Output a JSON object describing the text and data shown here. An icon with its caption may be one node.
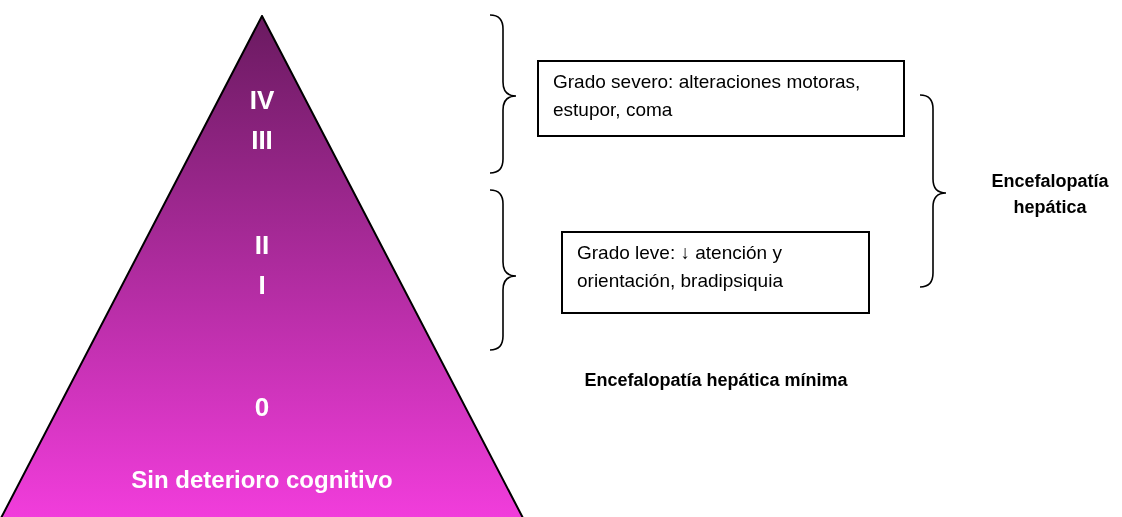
{
  "diagram": {
    "nodes": [
      {
        "text": [
          "IV",
          "III",
          "II",
          "I",
          "0",
          "Sin deterioro cognitivo"
        ]
      },
      {
        "text": [
          "Grado severo: alteraciones motoras, estupor, coma"
        ]
      },
      {
        "text": [
          "Grado leve: ↓ atención y orientación, bradipsiquia"
        ]
      }
    ],
    "labels": [
      "Encefalopatía hepática",
      "Encefalopatía hepática mínima"
    ]
  }
}
